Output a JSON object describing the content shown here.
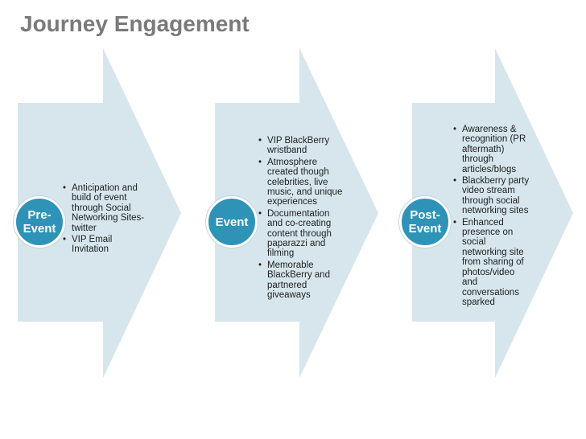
{
  "title": "Journey Engagement",
  "stages": [
    {
      "label": "Pre-\nEvent",
      "bullets": [
        "Anticipation and build of event through Social Networking Sites- twitter",
        "VIP Email Invitation"
      ]
    },
    {
      "label": "Event",
      "bullets": [
        "VIP BlackBerry wristband",
        "Atmosphere created though celebrities, live music, and unique experiences",
        "Documentation and co-creating content through paparazzi and filming",
        "Memorable BlackBerry and partnered giveaways"
      ]
    },
    {
      "label": "Post-\nEvent",
      "bullets": [
        "Awareness & recognition (PR aftermath) through articles/blogs",
        "Blackberry party video stream through social networking sites",
        "Enhanced presence on social networking site from sharing of photos/video and conversations sparked"
      ]
    }
  ],
  "colors": {
    "arrow_fill": "#d6e6ec",
    "circle_fill": "#2f93b8",
    "title_text": "#7a7a7a"
  }
}
